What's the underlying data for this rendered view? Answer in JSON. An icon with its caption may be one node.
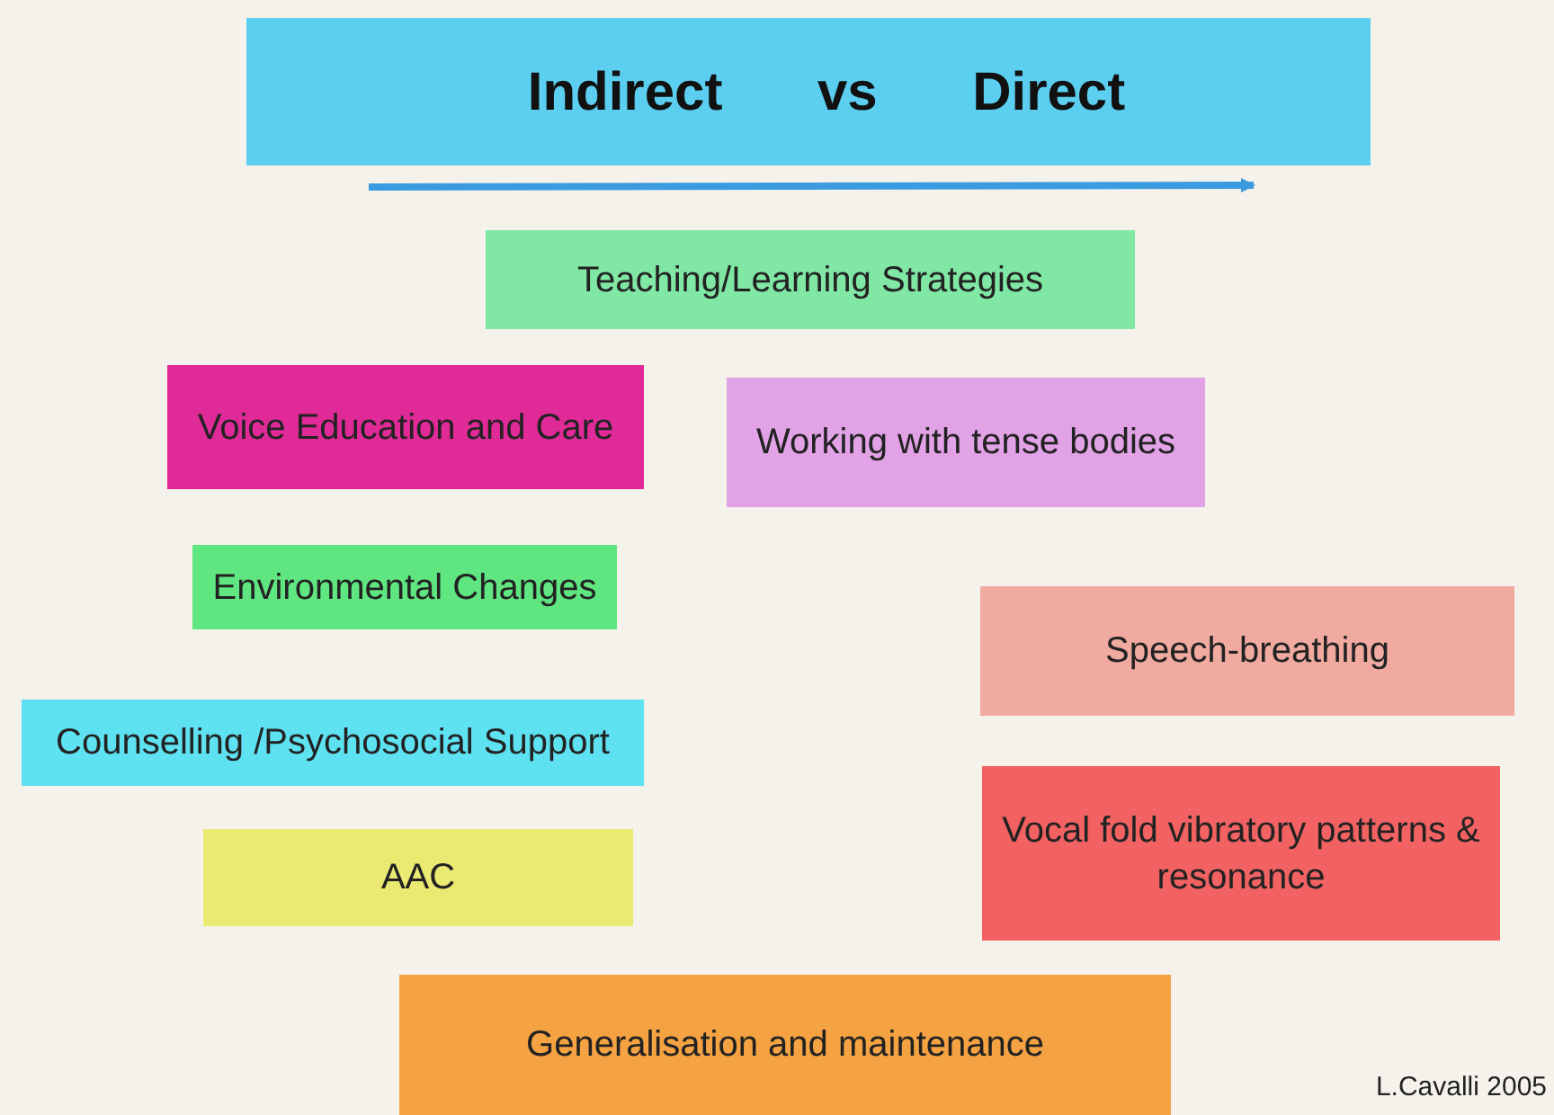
{
  "diagram": {
    "nodes": [
      {
        "text": [
          "Indirect",
          "vs",
          "Direct"
        ]
      },
      {
        "text": [
          "Teaching/Learning Strategies"
        ]
      },
      {
        "text": [
          "Voice Education and Care"
        ]
      },
      {
        "text": [
          "Working with tense bodies"
        ]
      },
      {
        "text": [
          "Environmental Changes"
        ]
      },
      {
        "text": [
          "Speech-breathing"
        ]
      },
      {
        "text": [
          "Counselling /Psychosocial Support"
        ]
      },
      {
        "text": [
          "Vocal fold vibratory patterns & resonance"
        ]
      },
      {
        "text": [
          "AAC"
        ]
      },
      {
        "text": [
          "Generalisation and maintenance"
        ]
      }
    ],
    "labels": [
      "L.Cavalli 2005"
    ]
  }
}
